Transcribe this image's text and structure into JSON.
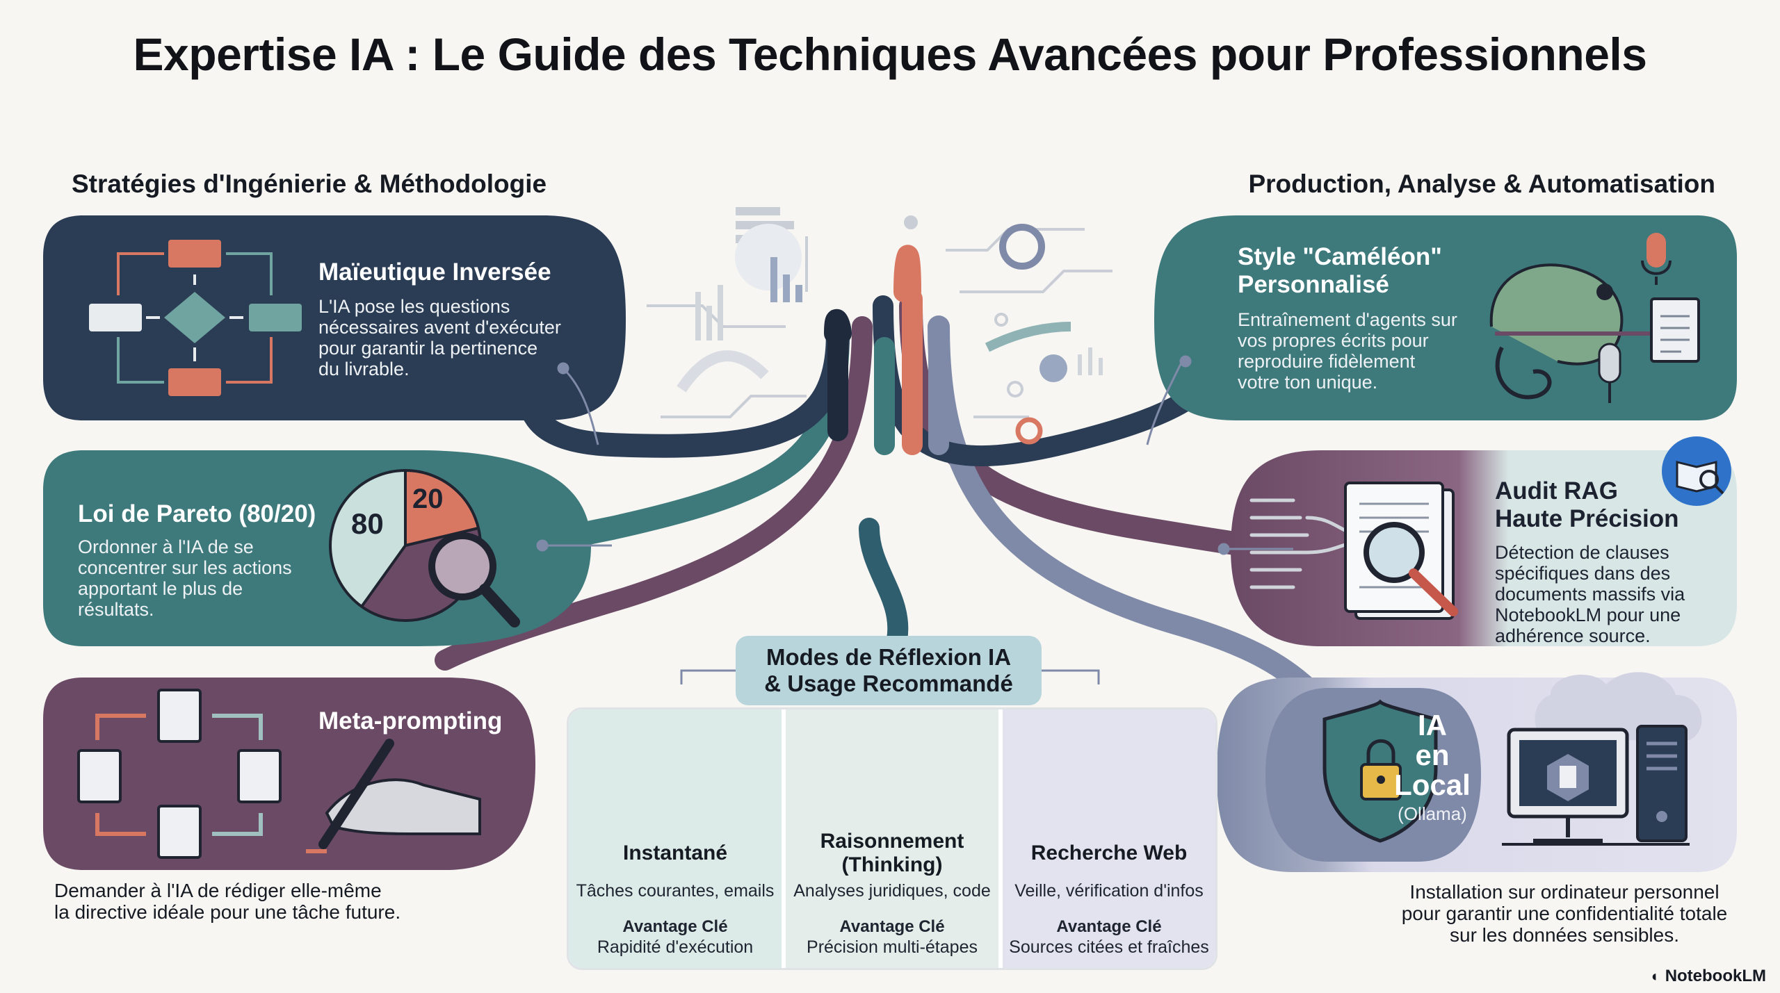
{
  "title": "Expertise IA : Le Guide des Techniques Avancées pour Professionnels",
  "sections": {
    "left": "Stratégies d'Ingénierie & Méthodologie",
    "right": "Production, Analyse & Automatisation"
  },
  "cards": {
    "maieutique": {
      "title": "Maïeutique Inversée",
      "text": [
        "L'IA pose les questions",
        "nécessaires avent d'exécuter",
        "pour garantir la pertinence",
        "du livrable."
      ]
    },
    "pareto": {
      "title": "Loi de Pareto (80/20)",
      "text": [
        "Ordonner à l'IA de se",
        "concentrer sur les actions",
        "apportant le plus de",
        "résultats."
      ],
      "pie_big": "80",
      "pie_small": "20"
    },
    "meta": {
      "title": "Meta-prompting",
      "text": [
        "Demander à l'IA de rédiger elle-même",
        "la directive idéale pour une tâche future."
      ]
    },
    "cameleon": {
      "title": [
        "Style \"Caméléon\"",
        "Personnalisé"
      ],
      "text": [
        "Entraînement d'agents sur",
        "vos propres écrits pour",
        "reproduire fidèlement",
        "votre ton unique."
      ]
    },
    "rag": {
      "title": [
        "Audit RAG",
        "Haute Précision"
      ],
      "text": [
        "Détection de clauses",
        "spécifiques dans des",
        "documents massifs via",
        "NotebookLM pour une",
        "adhérence source."
      ]
    },
    "local": {
      "title": [
        "IA",
        "en",
        "Local"
      ],
      "sub": "(Ollama)",
      "text": [
        "Installation sur ordinateur personnel",
        "pour garantir une confidentialité totale",
        "sur les données sensibles."
      ]
    }
  },
  "modes": {
    "header": [
      "Modes de Réflexion IA",
      "& Usage Recommandé"
    ],
    "items": [
      {
        "title": [
          "Instantané"
        ],
        "use": "Tâches courantes, emails",
        "adv_label": "Avantage Clé",
        "adv": "Rapidité d'exécution"
      },
      {
        "title": [
          "Raisonnement",
          "(Thinking)"
        ],
        "use": "Analyses juridiques, code",
        "adv_label": "Avantage Clé",
        "adv": "Précision multi-étapes"
      },
      {
        "title": [
          "Recherche Web"
        ],
        "use": "Veille, vérification d'infos",
        "adv_label": "Avantage Clé",
        "adv": "Sources citées et fraîches"
      }
    ]
  },
  "brand": "NotebookLM",
  "colors": {
    "navy": "#2b3c55",
    "teal": "#3e7a7c",
    "plum": "#6b4a66",
    "salmon": "#d97862",
    "lavender": "#d9d9ea",
    "light_teal": "#cfe6e5"
  }
}
